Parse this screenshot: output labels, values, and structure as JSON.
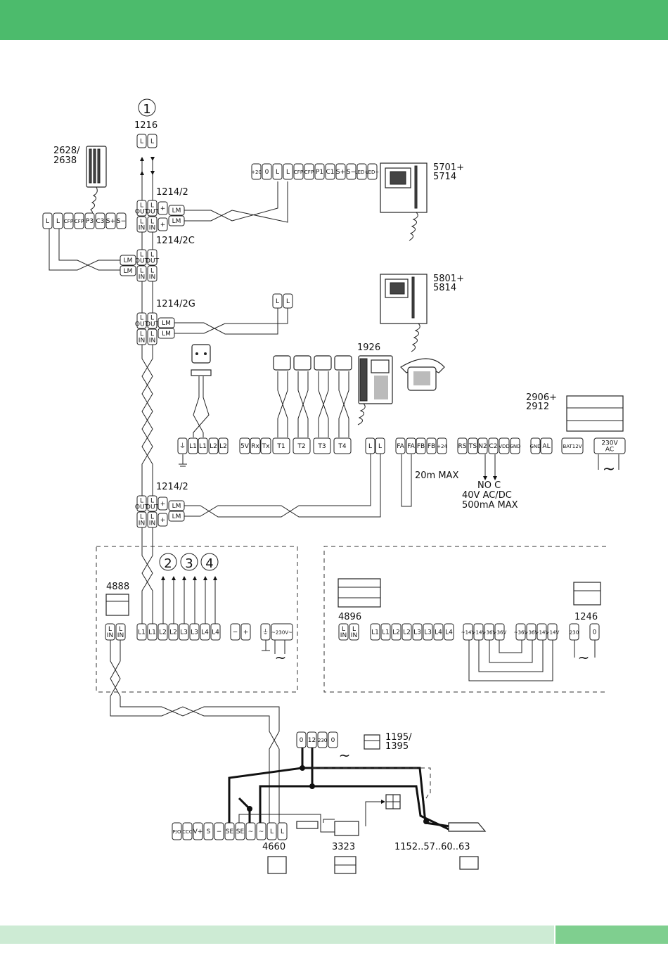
{
  "colors": {
    "brand_green": "#4cbb6c",
    "light_green": "#cdebd4",
    "mid_green": "#7fcf8f"
  },
  "diagram": {
    "circles": [
      "1",
      "2",
      "3",
      "4"
    ],
    "labels": {
      "l1216": "1216",
      "l2628": "2628/",
      "l2638": "2638",
      "l5701": "5701+",
      "l5714": "5714",
      "l1214_2a": "1214/2",
      "l1214_2c": "1214/2C",
      "l5801": "5801+",
      "l5814": "5814",
      "l1214_2g": "1214/2G",
      "l1926": "1926",
      "l2906": "2906+",
      "l2912": "2912",
      "l20m": "20m MAX",
      "lnoc": "NO C",
      "l40v": "40V AC/DC",
      "l500ma": "500mA MAX",
      "l1214_2b": "1214/2",
      "l4888": "4888",
      "l4896": "4896",
      "l1246": "1246",
      "l1195": "1195/",
      "l1395": "1395",
      "l4660": "4660",
      "l3323": "3323",
      "l1152": "1152..57..60..63"
    },
    "terminals": {
      "t1216": [
        "L",
        "L"
      ],
      "t2628": [
        "L",
        "L",
        "CFP",
        "CFP",
        "P3",
        "C3",
        "S+",
        "S−"
      ],
      "t5701": [
        "+20",
        "0",
        "L",
        "L",
        "CFP",
        "CFP",
        "P1",
        "C1",
        "S+",
        "S−",
        "LED+",
        "LED−"
      ],
      "t_lm": [
        "LM"
      ],
      "t_plus": [
        "+"
      ],
      "t_out": [
        "L OUT"
      ],
      "t_in": [
        "L IN"
      ],
      "t5801": [
        "L",
        "L"
      ],
      "t_main": [
        "⏚",
        "L1",
        "L1",
        "L2",
        "L2",
        "5V",
        "Rx",
        "Tx",
        "T1",
        "T2",
        "T3",
        "T4",
        "L",
        "L",
        "FA",
        "FA",
        "FB",
        "FB",
        "+24",
        "RS",
        "TS",
        "N2",
        "C2",
        "VDD",
        "GND",
        "GND",
        "AL",
        "BAT12V",
        "230V AC"
      ],
      "t4888": [
        "L IN",
        "L IN",
        "L1",
        "L1",
        "L2",
        "L2",
        "L3",
        "L3",
        "L4",
        "L4",
        "−",
        "+",
        "⏚",
        "~230V~"
      ],
      "t4896": [
        "L IN",
        "L IN",
        "L1",
        "L1",
        "L2",
        "L2",
        "L3",
        "L3",
        "L4",
        "L4",
        "~14V",
        "~14V",
        "~36V",
        "~36V",
        "~36V",
        "~36V",
        "~14V",
        "~14V"
      ],
      "t1246": [
        "230",
        "0"
      ],
      "t1195": [
        "0",
        "12",
        "230",
        "0"
      ],
      "t4660": [
        "P/O",
        "CCC",
        "V+",
        "S",
        "−",
        "SE",
        "SE",
        "~",
        "~",
        "L",
        "L"
      ]
    },
    "symbols": {
      "ac": "~"
    }
  }
}
